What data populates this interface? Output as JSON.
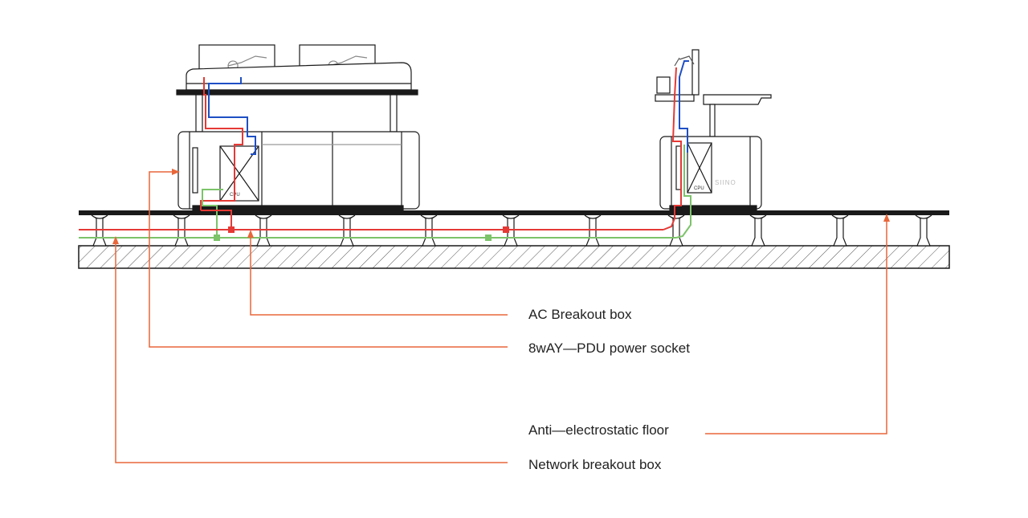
{
  "colors": {
    "line": "#1a1a1a",
    "red": "#e53935",
    "blue": "#1e4fc4",
    "green": "#7cc36a",
    "callout": "#e8673a"
  },
  "diagram": {
    "left_station": {
      "cpu_label": "CPU"
    },
    "right_station": {
      "cpu_label": "CPU",
      "brand_mark": "SIINO"
    },
    "callouts": {
      "ac_breakout": "AC Breakout box",
      "pdu_socket": "8wAY—PDU power socket",
      "floor": "Anti—electrostatic floor",
      "network_breakout": "Network breakout box"
    }
  }
}
